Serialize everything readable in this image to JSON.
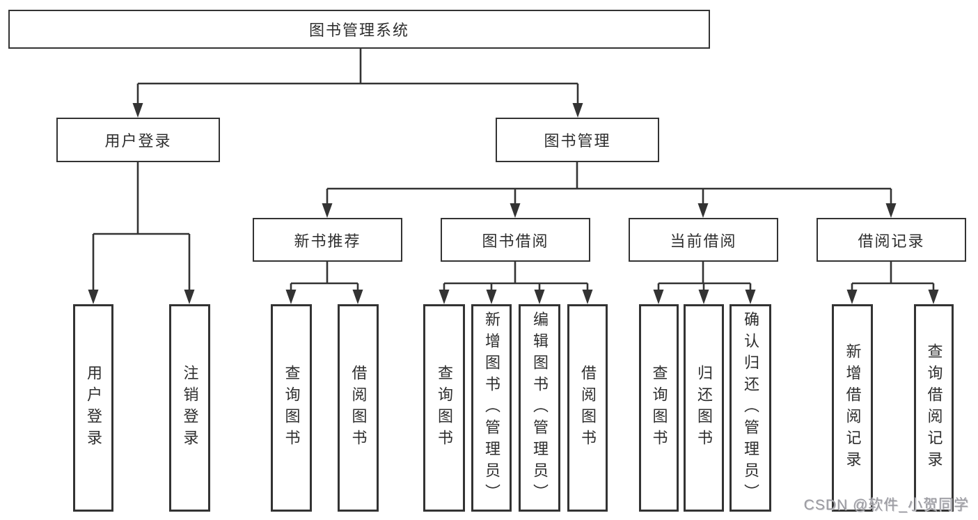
{
  "watermark": "CSDN @软件_小贺同学",
  "colors": {
    "line": "#333333",
    "box_border": "#333333",
    "box_fill": "#ffffff",
    "text": "#2e2e2e",
    "watermark": "#9b9ba1",
    "background": "#ffffff"
  },
  "tree": {
    "label": "图书管理系统",
    "children": [
      {
        "label": "用户登录",
        "children": [
          {
            "label": "用户登录"
          },
          {
            "label": "注销登录"
          }
        ]
      },
      {
        "label": "图书管理",
        "children": [
          {
            "label": "新书推荐",
            "children": [
              {
                "label": "查询图书"
              },
              {
                "label": "借阅图书"
              }
            ]
          },
          {
            "label": "图书借阅",
            "children": [
              {
                "label": "查询图书"
              },
              {
                "label": "新增图书（管理员）"
              },
              {
                "label": "编辑图书（管理员）"
              },
              {
                "label": "借阅图书"
              }
            ]
          },
          {
            "label": "当前借阅",
            "children": [
              {
                "label": "查询图书"
              },
              {
                "label": "归还图书"
              },
              {
                "label": "确认归还（管理员）"
              }
            ]
          },
          {
            "label": "借阅记录",
            "children": [
              {
                "label": "新增借阅记录"
              },
              {
                "label": "查询借阅记录"
              }
            ]
          }
        ]
      }
    ]
  }
}
